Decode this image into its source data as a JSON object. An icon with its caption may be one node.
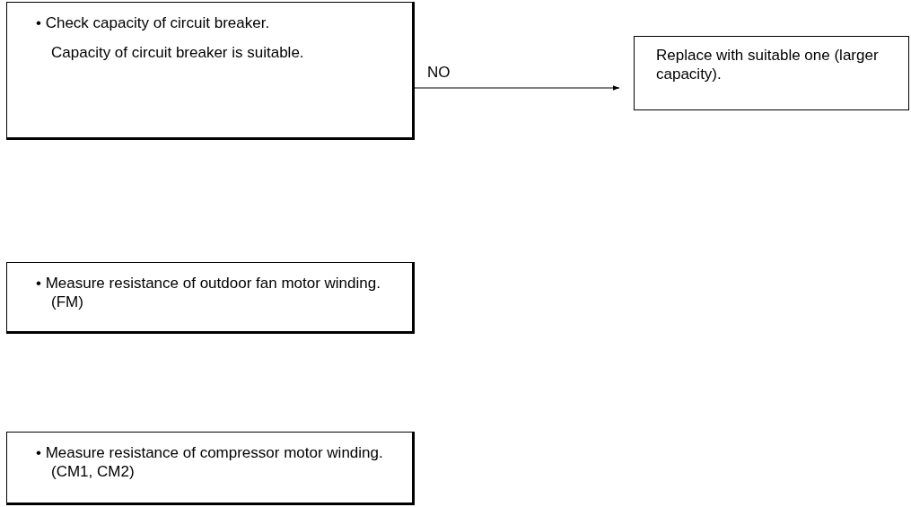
{
  "diagram": {
    "nodes": [
      {
        "text": [
          "• Check capacity of circuit breaker.",
          "Capacity of circuit breaker is suitable."
        ]
      },
      {
        "text": [
          "Replace with suitable one (larger capacity)."
        ]
      },
      {
        "text": [
          "• Measure resistance of outdoor fan motor winding. (FM)"
        ]
      },
      {
        "text": [
          "• Measure resistance of compressor motor winding. (CM1, CM2)"
        ]
      }
    ],
    "edges": [
      {
        "from": 0,
        "to": 1,
        "arrow": "to",
        "label": "NO"
      }
    ]
  }
}
